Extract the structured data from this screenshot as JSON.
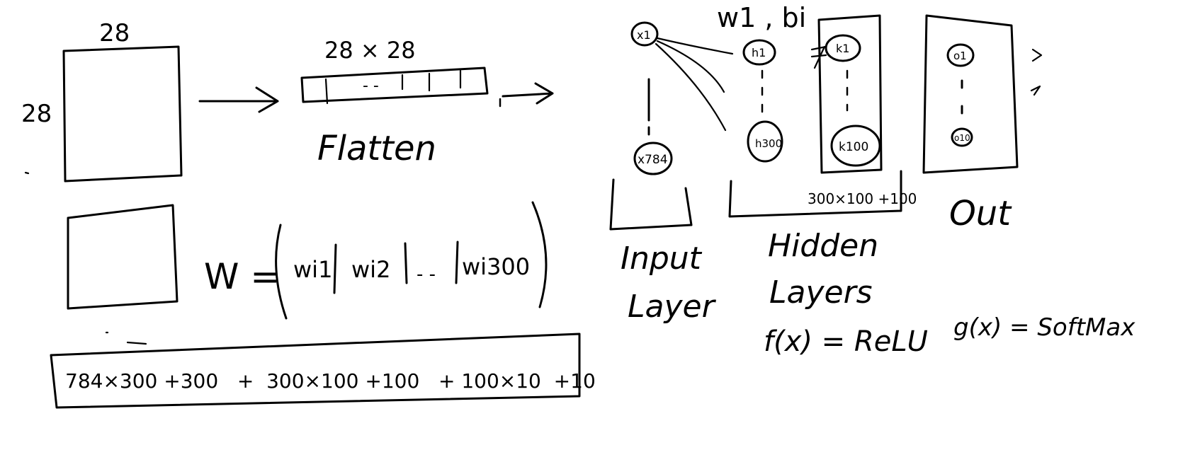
{
  "image_block": {
    "width_label": "28",
    "height_label": "28"
  },
  "flatten_block": {
    "size_label": "28 × 28",
    "dots_label": "- -",
    "caption": "Flatten"
  },
  "weights_block": {
    "matrix_label": "W =",
    "columns": [
      "wi1",
      "wi2",
      "- -",
      "wi300"
    ]
  },
  "param_count": {
    "formula": "784×300 +300   +  300×100 +100   + 100×10  +10"
  },
  "network": {
    "weights_label": "w1 , bi",
    "input_layer": {
      "nodes": [
        "x1",
        "x784"
      ],
      "caption_line1": "Input",
      "caption_line2": "Layer"
    },
    "hidden_layers": {
      "layer1_nodes": [
        "h1",
        "h300"
      ],
      "layer2_nodes": [
        "k1",
        "k100"
      ],
      "params_label": "300×100 +100",
      "caption_line1": "Hidden",
      "caption_line2": "Layers",
      "activation": "f(x) = ReLU"
    },
    "output_layer": {
      "nodes": [
        "o1",
        "o10"
      ],
      "caption": "Out",
      "activation": "g(x) = SoftMax"
    }
  }
}
